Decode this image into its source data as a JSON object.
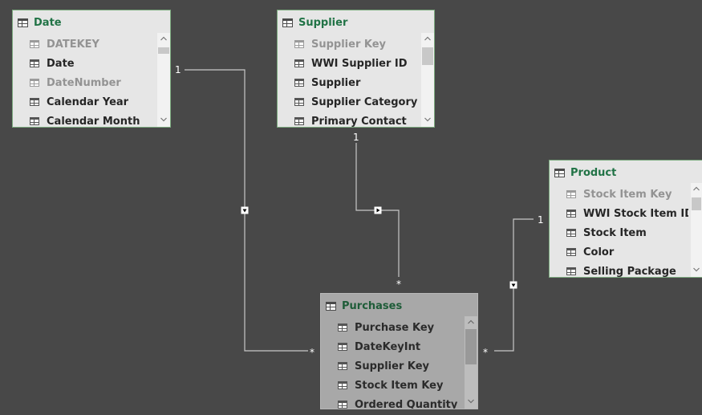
{
  "tables": {
    "date": {
      "name": "Date",
      "fields": [
        {
          "name": "DATEKEY",
          "hidden": true
        },
        {
          "name": "Date",
          "hidden": false
        },
        {
          "name": "DateNumber",
          "hidden": true
        },
        {
          "name": "Calendar Year",
          "hidden": false
        },
        {
          "name": "Calendar Month",
          "hidden": false
        }
      ]
    },
    "supplier": {
      "name": "Supplier",
      "fields": [
        {
          "name": "Supplier Key",
          "hidden": true
        },
        {
          "name": "WWI Supplier ID",
          "hidden": false
        },
        {
          "name": "Supplier",
          "hidden": false
        },
        {
          "name": "Supplier Category",
          "hidden": false
        },
        {
          "name": "Primary Contact",
          "hidden": false
        }
      ]
    },
    "product": {
      "name": "Product",
      "fields": [
        {
          "name": "Stock Item Key",
          "hidden": true
        },
        {
          "name": "WWI Stock Item ID",
          "hidden": false
        },
        {
          "name": "Stock Item",
          "hidden": false
        },
        {
          "name": "Color",
          "hidden": false
        },
        {
          "name": "Selling Package",
          "hidden": false
        }
      ]
    },
    "purchases": {
      "name": "Purchases",
      "fields": [
        {
          "name": "Purchase Key",
          "hidden": false
        },
        {
          "name": "DateKeyInt",
          "hidden": false
        },
        {
          "name": "Supplier Key",
          "hidden": false
        },
        {
          "name": "Stock Item Key",
          "hidden": false
        },
        {
          "name": "Ordered Quantity",
          "hidden": false
        }
      ]
    }
  },
  "relationships": {
    "date_purchases": {
      "one": "1",
      "many": "*"
    },
    "supplier_purchases": {
      "one": "1",
      "many": "*"
    },
    "product_purchases": {
      "one": "1",
      "many": "*"
    }
  },
  "icons": {
    "table": "table-grid-icon",
    "column": "column-grid-icon"
  },
  "colors": {
    "canvas": "#484848",
    "title": "#217346",
    "card": "#e6e6e6",
    "selected_card": "#a8a8a8"
  }
}
